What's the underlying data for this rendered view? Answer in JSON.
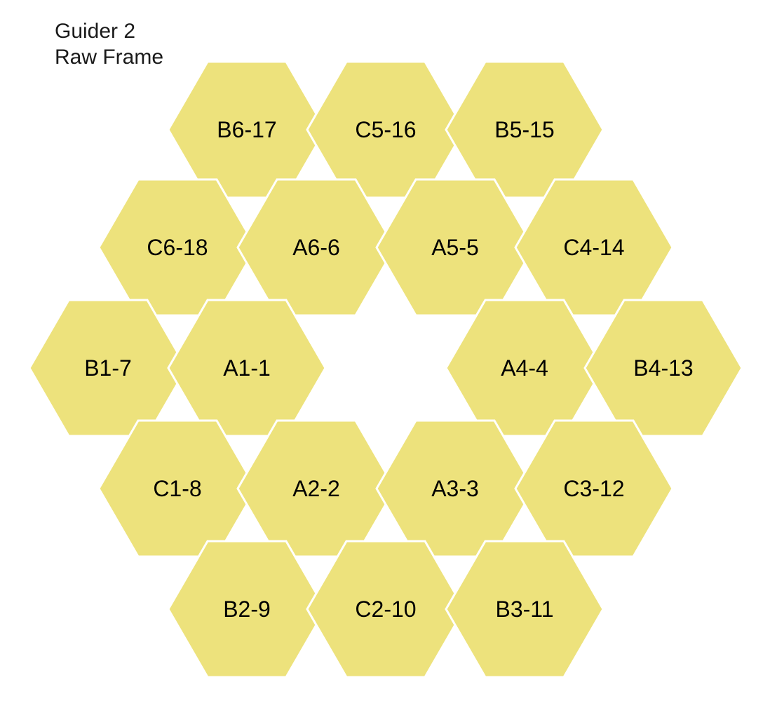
{
  "header": {
    "line1": "Guider 2",
    "line2": "Raw Frame"
  },
  "colors": {
    "segment_fill": "#ede27c",
    "segment_border": "#ffffff",
    "label_text": "#000000"
  },
  "segments": [
    {
      "id": "B6-17",
      "label": "B6-17"
    },
    {
      "id": "C5-16",
      "label": "C5-16"
    },
    {
      "id": "B5-15",
      "label": "B5-15"
    },
    {
      "id": "C6-18",
      "label": "C6-18"
    },
    {
      "id": "A6-6",
      "label": "A6-6"
    },
    {
      "id": "A5-5",
      "label": "A5-5"
    },
    {
      "id": "C4-14",
      "label": "C4-14"
    },
    {
      "id": "B1-7",
      "label": "B1-7"
    },
    {
      "id": "A1-1",
      "label": "A1-1"
    },
    {
      "id": "A4-4",
      "label": "A4-4"
    },
    {
      "id": "B4-13",
      "label": "B4-13"
    },
    {
      "id": "C1-8",
      "label": "C1-8"
    },
    {
      "id": "A2-2",
      "label": "A2-2"
    },
    {
      "id": "A3-3",
      "label": "A3-3"
    },
    {
      "id": "C3-12",
      "label": "C3-12"
    },
    {
      "id": "B2-9",
      "label": "B2-9"
    },
    {
      "id": "C2-10",
      "label": "C2-10"
    },
    {
      "id": "B3-11",
      "label": "B3-11"
    }
  ]
}
